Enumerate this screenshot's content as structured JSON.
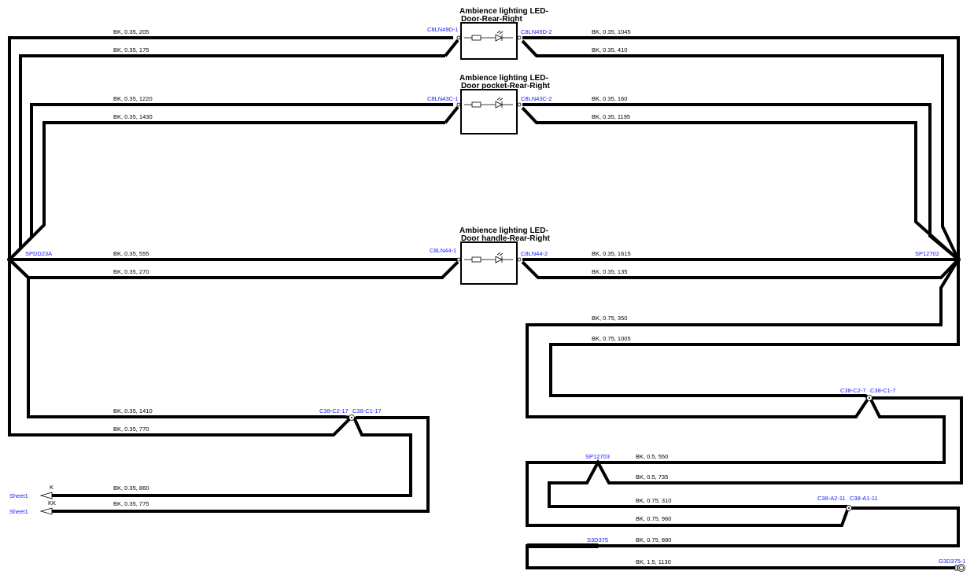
{
  "components": [
    {
      "title_line1": "Ambience lighting LED-",
      "title_line2": "Door-Rear-Right",
      "pin_left": "C8LN49D-1",
      "pin_right": "C8LN49D-2"
    },
    {
      "title_line1": "Ambience lighting LED-",
      "title_line2": "Door pocket-Rear-Right",
      "pin_left": "C8LN43C-1",
      "pin_right": "C8LN43C-2"
    },
    {
      "title_line1": "Ambience lighting LED-",
      "title_line2": "Door handle-Rear-Right",
      "pin_left": "C8LN44-1",
      "pin_right": "C8LN44-2"
    }
  ],
  "splices": {
    "left": "SPDD23A",
    "right": "SP12702",
    "lower": "SP12703"
  },
  "connectors": {
    "c17_a": "C38-C2-17",
    "c17_b": "C38-C1-17",
    "c7_a": "C38-C2-7",
    "c7_b": "C38-C1-7",
    "c11_a": "C38-A2-11",
    "c11_b": "C38-A1-11",
    "s3d": "S3D375",
    "ground": "G3D375-1"
  },
  "offsheet": [
    {
      "sheet": "Sheet1",
      "tag": "K"
    },
    {
      "sheet": "Sheet1",
      "tag": "KK"
    }
  ],
  "wires": {
    "w_205": "BK,  0.35,  205",
    "w_175": "BK,  0.35,  175",
    "w_1045": "BK,  0.35,  1045",
    "w_410": "BK,  0.35,  410",
    "w_1220": "BK,  0.35,  1220",
    "w_1430": "BK,  0.35,  1430",
    "w_160": "BK,  0.35,  160",
    "w_1195": "BK,  0.35,  1195",
    "w_555": "BK,  0.35,  555",
    "w_270": "BK,  0.35,  270",
    "w_1615": "BK,  0.35,  1615",
    "w_135": "BK,  0.35,  135",
    "w_350": "BK,  0.75,  350",
    "w_1005": "BK,  0.75,  1005",
    "w_1410": "BK,  0.35,  1410",
    "w_770": "BK,  0.35,  770",
    "w_860": "BK,  0.35,  860",
    "w_775": "BK,  0.35,  775",
    "w_550": "BK,  0.5,  550",
    "w_735": "BK,  0.5,  735",
    "w_310": "BK,  0.75,  310",
    "w_960": "BK,  0.75,  960",
    "w_880": "BK,  0.75,  880",
    "w_1130": "BK,  1.5,  1130"
  }
}
